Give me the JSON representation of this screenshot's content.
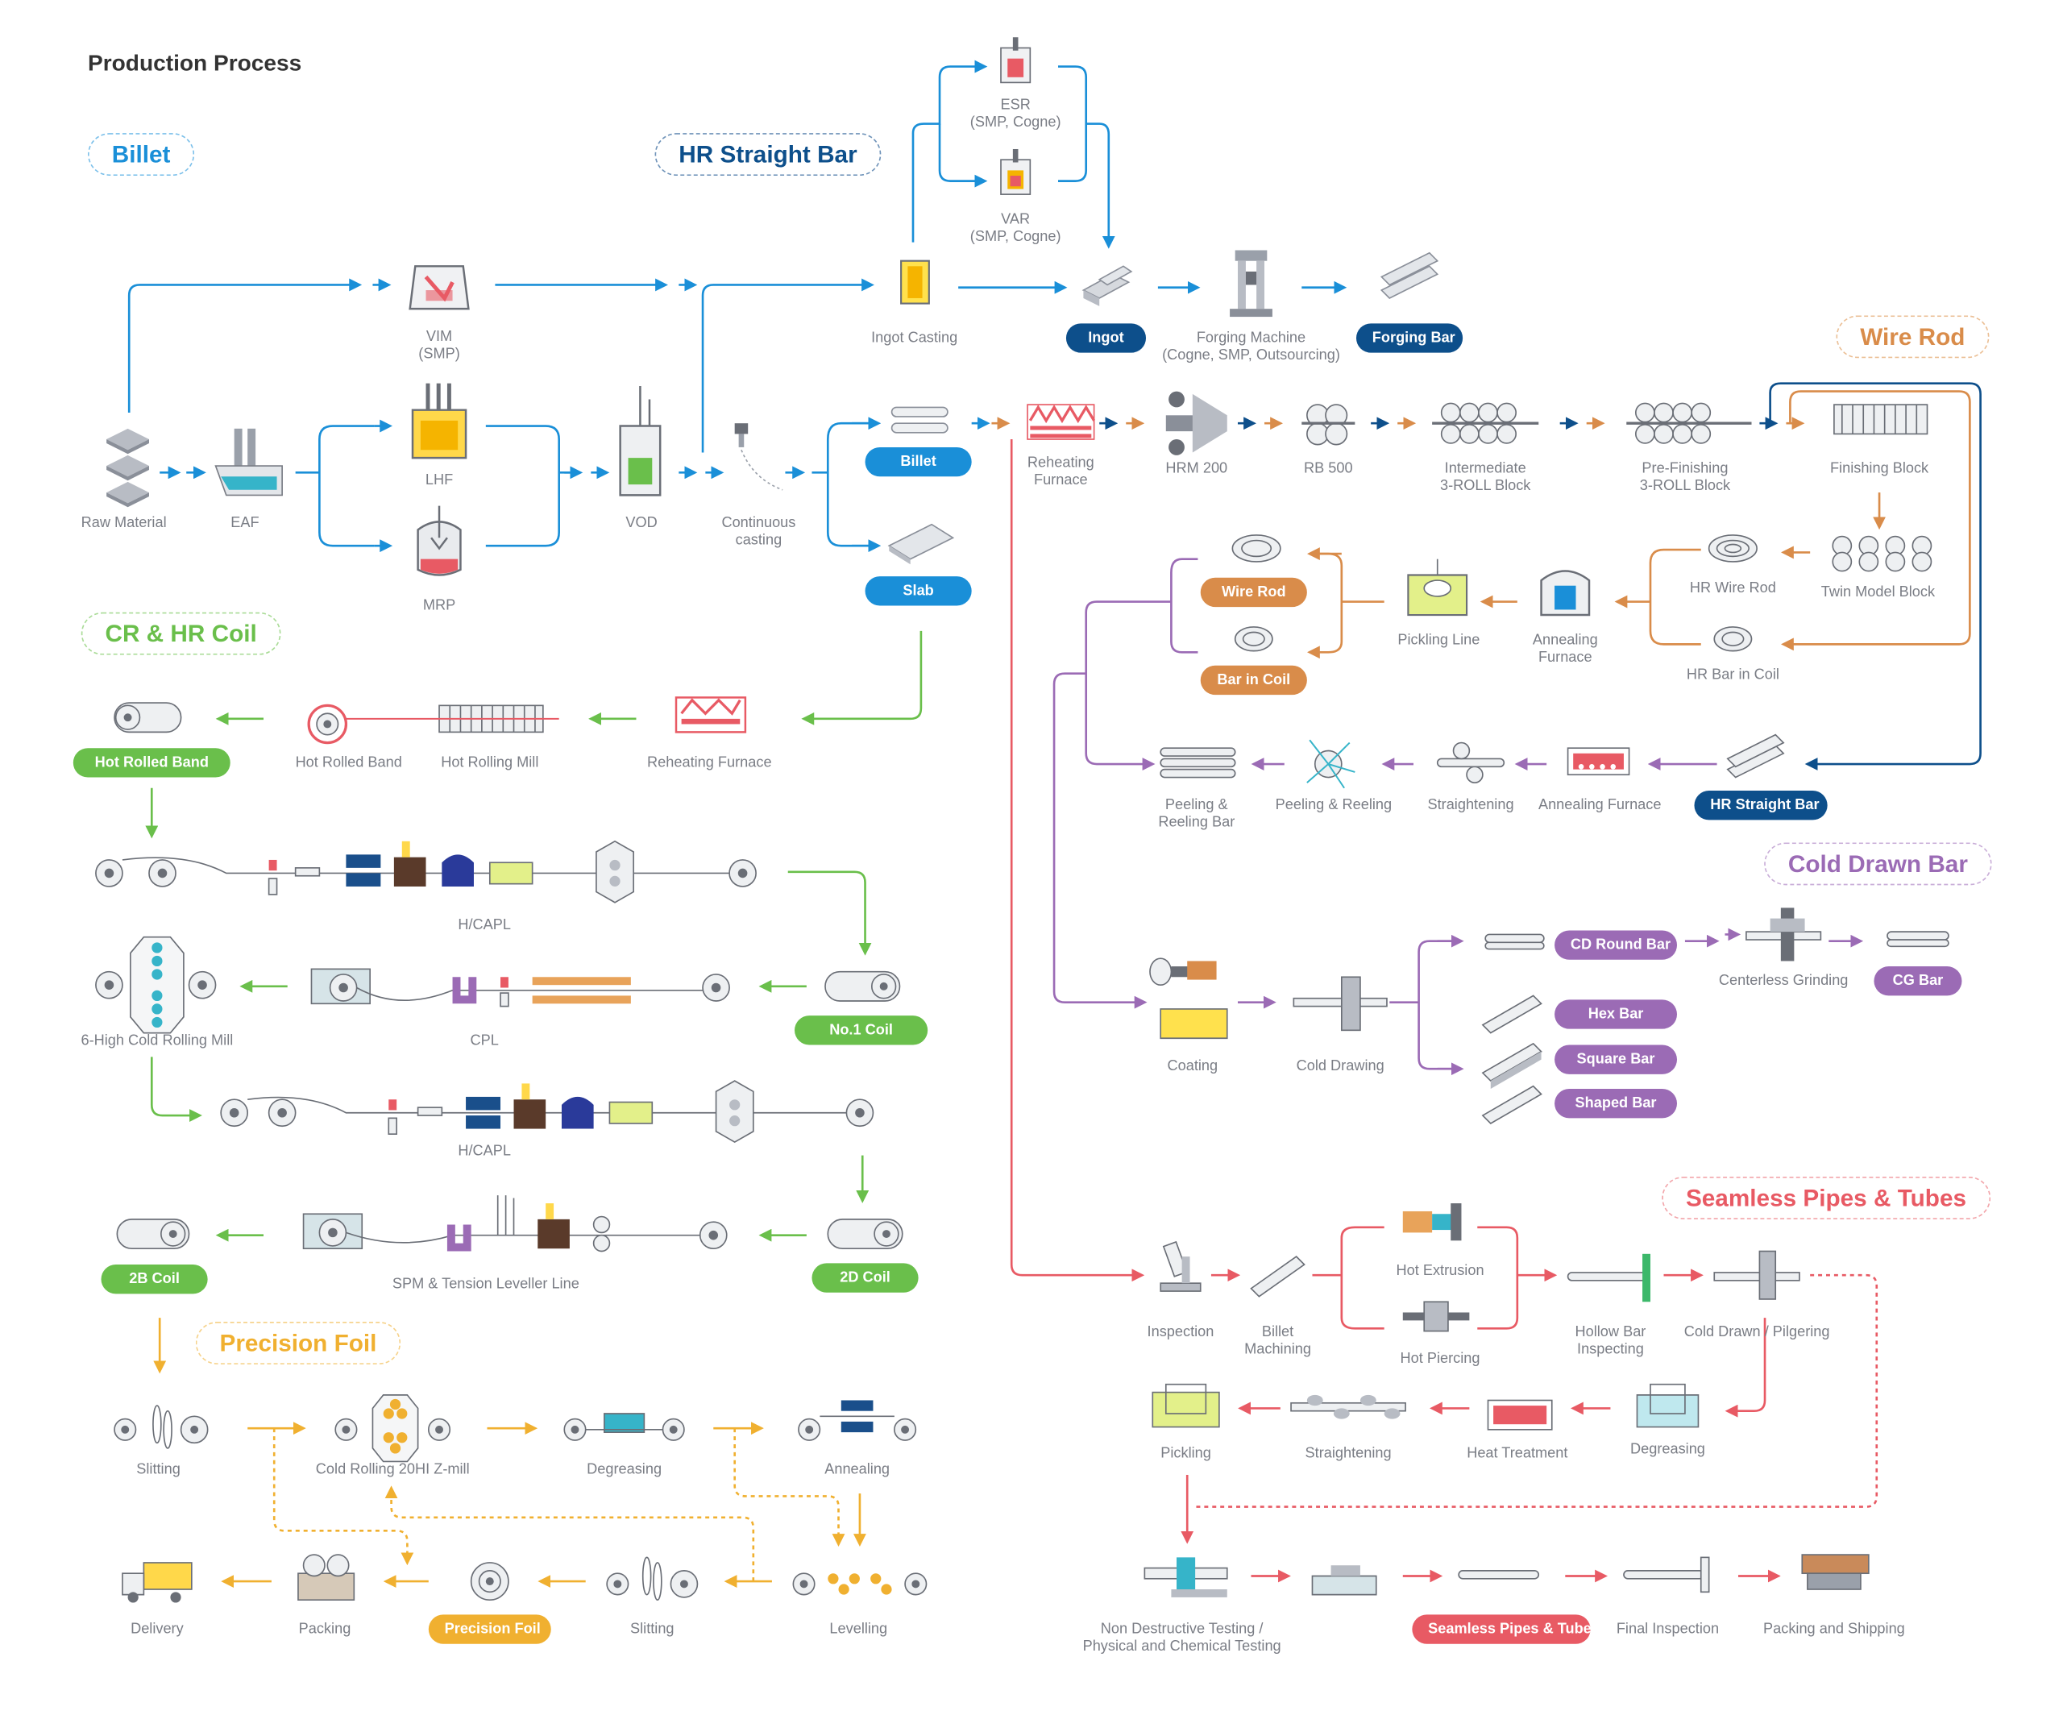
{
  "title": "Production Process",
  "colors": {
    "billet": "#1a8fd8",
    "hr_straight_bar": "#0d4f8b",
    "wire_rod": "#d98c4a",
    "cr_hr_coil": "#6abf4b",
    "precision_foil": "#f0b030",
    "cold_drawn_bar": "#9b6bb5",
    "seamless": "#e85a64",
    "label": "#7a7d85"
  },
  "sections": {
    "billet": "Billet",
    "hr_straight_bar": "HR Straight Bar",
    "wire_rod": "Wire Rod",
    "cr_hr_coil": "CR & HR Coil",
    "cold_drawn_bar": "Cold Drawn Bar",
    "seamless": "Seamless Pipes & Tubes",
    "precision_foil": "Precision Foil"
  },
  "billet": {
    "raw_material": "Raw Material",
    "eaf": "EAF",
    "vim": "VIM\n(SMP)",
    "lhf": "LHF",
    "mrp": "MRP",
    "vod": "VOD",
    "continuous_casting": "Continuous\ncasting",
    "billet_pill": "Billet",
    "slab_pill": "Slab",
    "ingot_casting": "Ingot Casting",
    "esr": "ESR\n(SMP, Cogne)",
    "var": "VAR\n(SMP, Cogne)",
    "ingot_pill": "Ingot",
    "forging_machine": "Forging Machine\n(Cogne, SMP, Outsourcing)",
    "forging_bar_pill": "Forging Bar"
  },
  "wire_rod": {
    "reheating_furnace": "Reheating\nFurnace",
    "hrm200": "HRM 200",
    "rb500": "RB 500",
    "intermediate": "Intermediate\n3-ROLL Block",
    "pre_finishing": "Pre-Finishing\n3-ROLL Block",
    "finishing_block": "Finishing Block",
    "twin_model_block": "Twin Model Block",
    "hr_wire_rod": "HR Wire Rod",
    "hr_bar_in_coil": "HR Bar in Coil",
    "annealing_furnace": "Annealing\nFurnace",
    "pickling_line": "Pickling Line",
    "wire_rod_pill": "Wire Rod",
    "bar_in_coil_pill": "Bar in Coil"
  },
  "hr_bar": {
    "hr_straight_bar_pill": "HR Straight Bar",
    "annealing_furnace": "Annealing Furnace",
    "straightening": "Straightening",
    "peeling_reeling": "Peeling & Reeling",
    "peeling_reeling_bar": "Peeling &\nReeling Bar"
  },
  "cold_drawn": {
    "coating": "Coating",
    "cold_drawing": "Cold Drawing",
    "cd_round_bar": "CD Round Bar",
    "hex_bar": "Hex Bar",
    "square_bar": "Square Bar",
    "shaped_bar": "Shaped Bar",
    "centerless_grinding": "Centerless Grinding",
    "cg_bar": "CG Bar"
  },
  "coil": {
    "reheating_furnace": "Reheating Furnace",
    "hot_rolling_mill": "Hot Rolling Mill",
    "hot_rolled_band": "Hot Rolled Band",
    "hot_rolled_band_pill": "Hot Rolled Band",
    "hcapl1": "H/CAPL",
    "no1_coil": "No.1 Coil",
    "cpl": "CPL",
    "six_high": "6-High Cold Rolling Mill",
    "hcapl2": "H/CAPL",
    "coil_2d": "2D Coil",
    "spm": "SPM & Tension Leveller Line",
    "coil_2b": "2B Coil"
  },
  "foil": {
    "slitting1": "Slitting",
    "cold_rolling": "Cold Rolling 20HI Z-mill",
    "degreasing": "Degreasing",
    "annealing": "Annealing",
    "levelling": "Levelling",
    "slitting2": "Slitting",
    "precision_foil_pill": "Precision Foil",
    "packing": "Packing",
    "delivery": "Delivery"
  },
  "seamless": {
    "inspection": "Inspection",
    "billet_machining": "Billet\nMachining",
    "hot_extrusion": "Hot Extrusion",
    "hot_piercing": "Hot Piercing",
    "hollow_bar": "Hollow Bar\nInspecting",
    "cold_drawn_pilgering": "Cold Drawn / Pilgering",
    "degreasing": "Degreasing",
    "heat_treatment": "Heat Treatment",
    "straightening": "Straightening",
    "pickling": "Pickling",
    "ndt": "Non Destructive Testing /\nPhysical and Chemical Testing",
    "pill": "Seamless Pipes & Tubes",
    "final_inspection": "Final  Inspection",
    "packing_shipping": "Packing  and Shipping"
  }
}
